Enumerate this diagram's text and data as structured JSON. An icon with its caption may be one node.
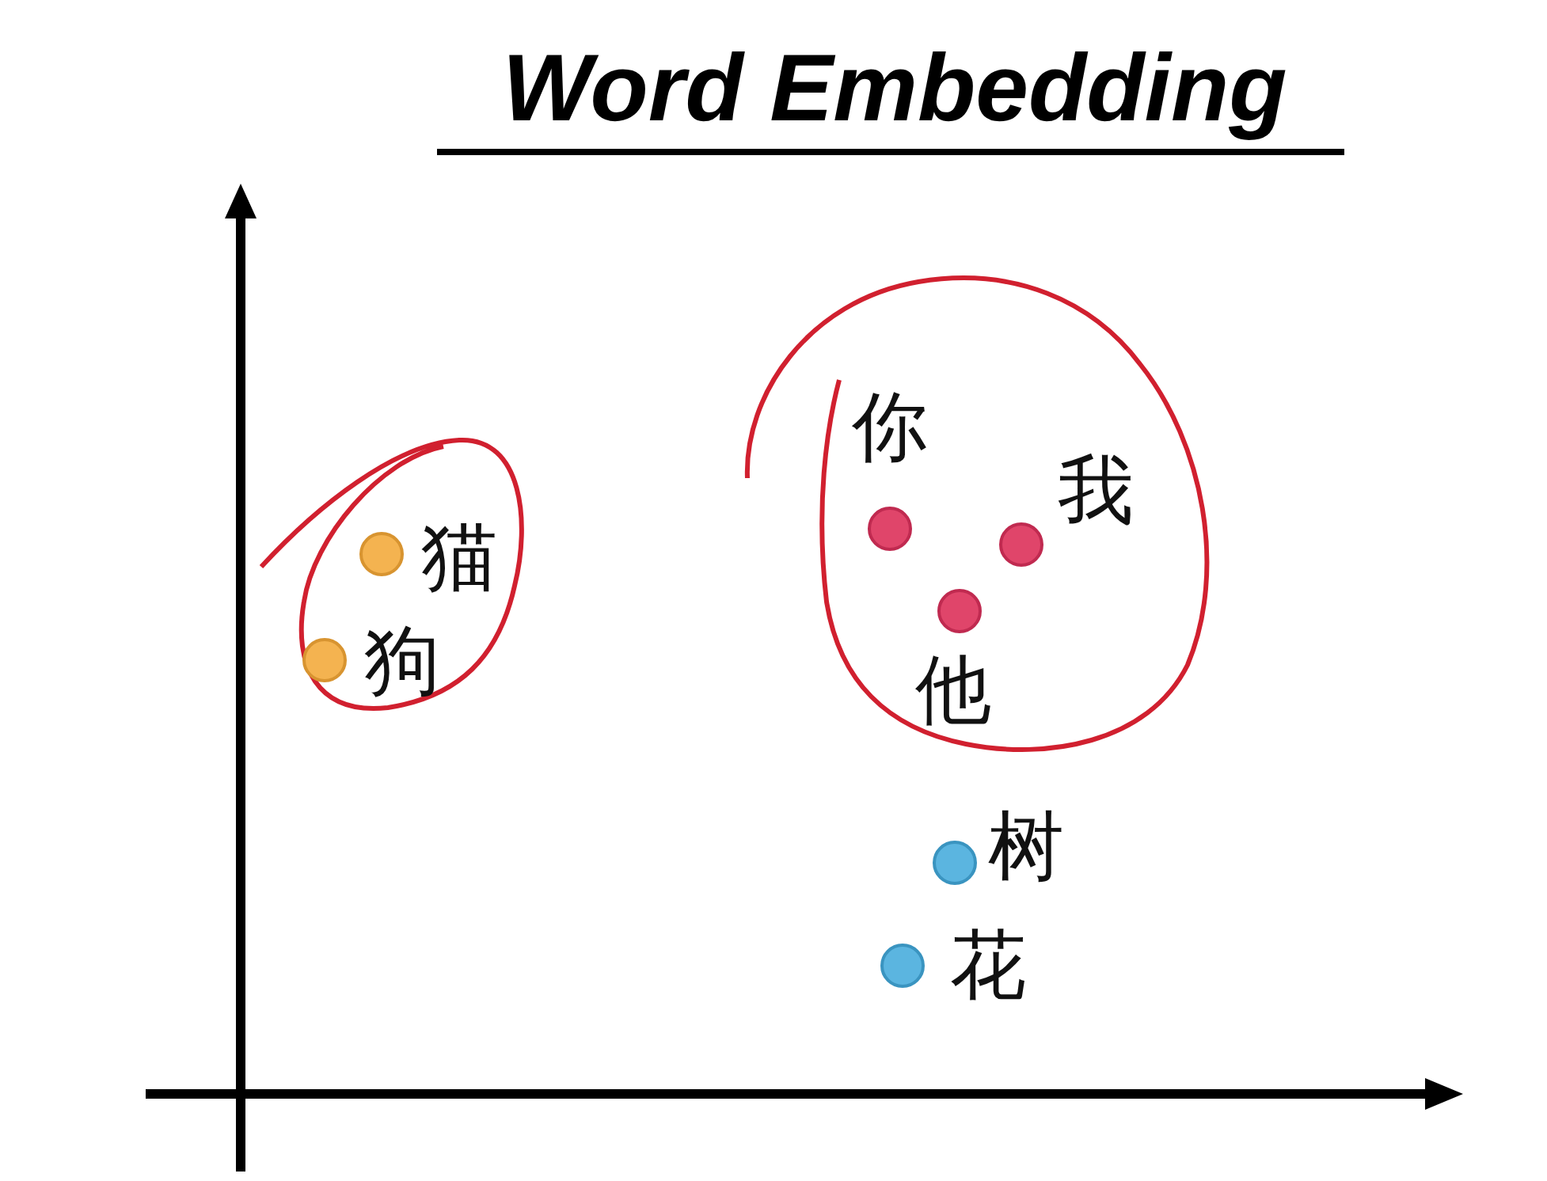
{
  "diagram": {
    "title": "Word Embedding",
    "labels": [
      "你",
      "我",
      "猫",
      "狗",
      "他",
      "树",
      "花"
    ]
  }
}
